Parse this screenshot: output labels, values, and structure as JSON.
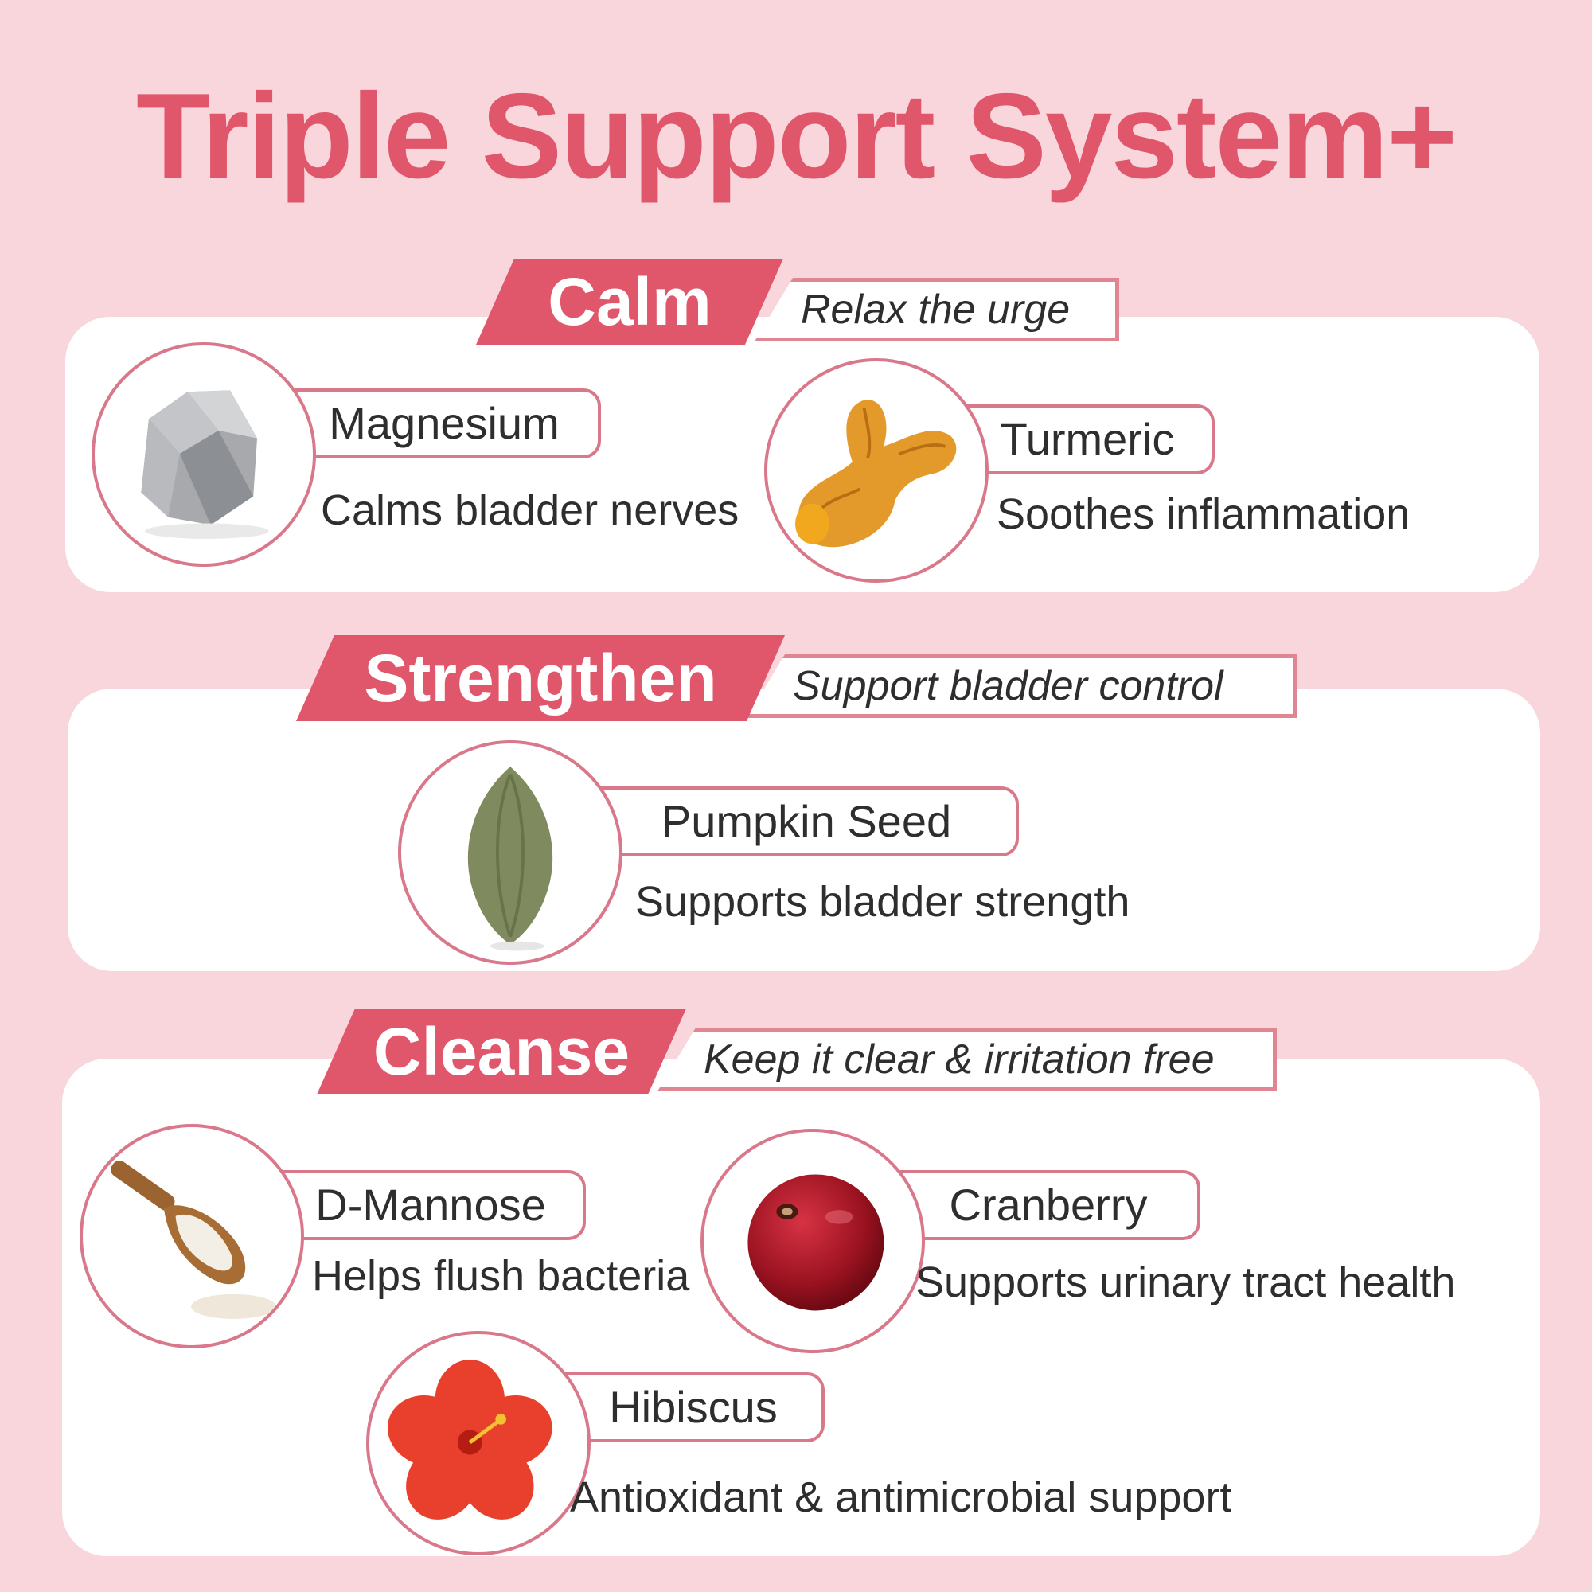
{
  "title": "Triple Support System+",
  "sections": {
    "calm": {
      "label": "Calm",
      "tagline": "Relax the urge",
      "items": [
        {
          "name": "Magnesium",
          "description": "Calms bladder nerves",
          "icon": "magnesium-rock-icon"
        },
        {
          "name": "Turmeric",
          "description": "Soothes inflammation",
          "icon": "turmeric-root-icon"
        }
      ]
    },
    "strengthen": {
      "label": "Strengthen",
      "tagline": "Support bladder control",
      "items": [
        {
          "name": "Pumpkin Seed",
          "description": "Supports bladder strength",
          "icon": "pumpkin-seed-icon"
        }
      ]
    },
    "cleanse": {
      "label": "Cleanse",
      "tagline": "Keep it clear & irritation free",
      "items": [
        {
          "name": "D-Mannose",
          "description": "Helps flush bacteria",
          "icon": "powder-scoop-icon"
        },
        {
          "name": "Cranberry",
          "description": "Supports urinary tract health",
          "icon": "cranberry-icon"
        },
        {
          "name": "Hibiscus",
          "description": "Antioxidant & antimicrobial support",
          "icon": "hibiscus-flower-icon"
        }
      ]
    }
  },
  "colors": {
    "background": "#f8d6dc",
    "accent": "#e0566a",
    "outline": "#d9788a",
    "text": "#2e2e2e"
  }
}
